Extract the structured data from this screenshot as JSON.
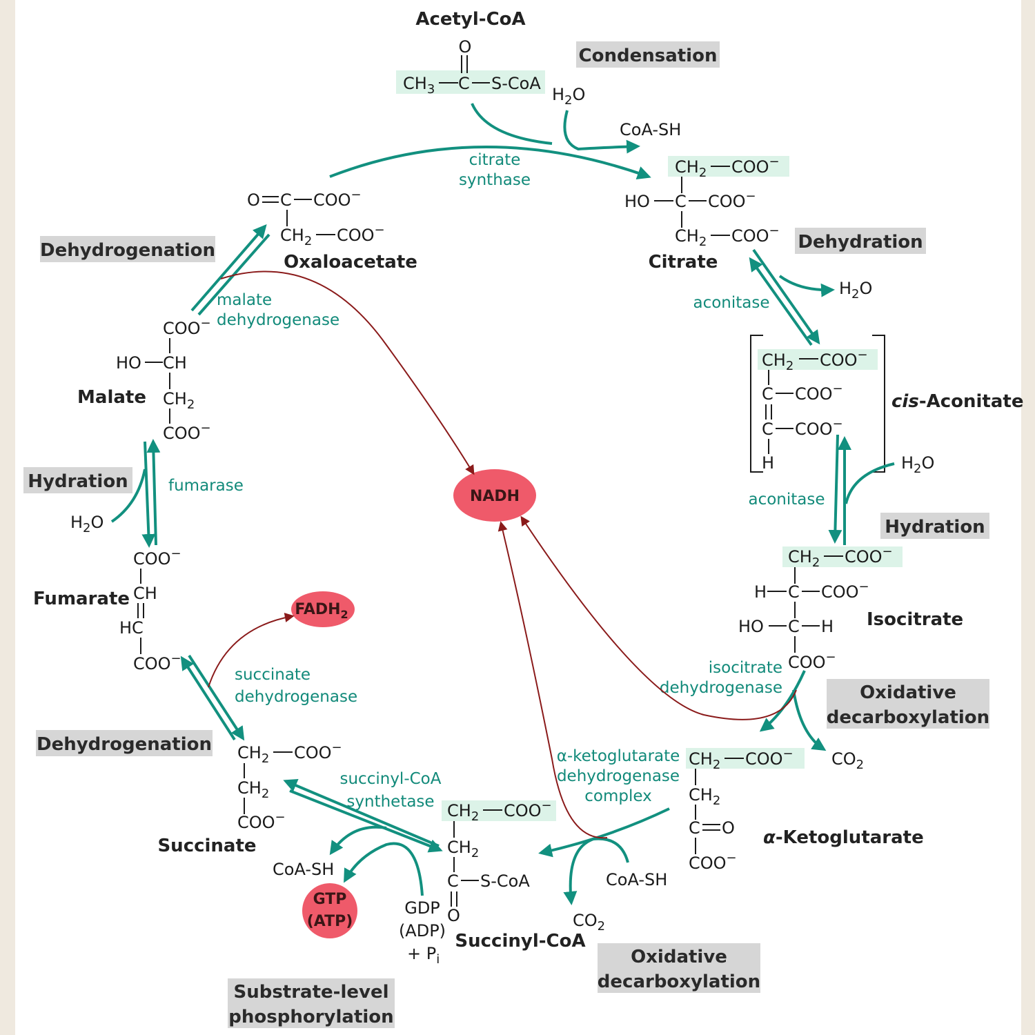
{
  "colors": {
    "enzyme_teal": "#12907f",
    "label_box_gray": "#d6d6d6",
    "highlight_mint": "#dcf3e8",
    "electron_carrier_red": "#ef5a6a",
    "redox_arrow_dark_red": "#8a1a1a"
  },
  "molecules": {
    "acetyl_coa": "Acetyl-CoA",
    "citrate": "Citrate",
    "cis_aconitate_prefix": "cis",
    "cis_aconitate_suffix": "-Aconitate",
    "isocitrate": "Isocitrate",
    "alpha_ketoglutarate_prefix": "α",
    "alpha_ketoglutarate_suffix": "-Ketoglutarate",
    "succinyl_coa": "Succinyl-CoA",
    "succinate": "Succinate",
    "fumarate": "Fumarate",
    "malate": "Malate",
    "oxaloacetate": "Oxaloacetate"
  },
  "enzymes": {
    "citrate_synthase": [
      "citrate",
      "synthase"
    ],
    "aconitase": "aconitase",
    "isocitrate_dehydrogenase": [
      "isocitrate",
      "dehydrogenase"
    ],
    "akg_dehydrogenase": [
      "α-ketoglutarate",
      "dehydrogenase",
      "complex"
    ],
    "succinyl_coa_synthetase": [
      "succinyl-CoA",
      "synthetase"
    ],
    "succinate_dehydrogenase": [
      "succinate",
      "dehydrogenase"
    ],
    "fumarase": "fumarase",
    "malate_dehydrogenase": [
      "malate",
      "dehydrogenase"
    ]
  },
  "reaction_labels": {
    "condensation": "Condensation",
    "dehydration": "Dehydration",
    "hydration_right": "Hydration",
    "oxidative_decarboxylation": [
      "Oxidative",
      "decarboxylation"
    ],
    "substrate_level_phosphorylation": [
      "Substrate-level",
      "phosphorylation"
    ],
    "dehydrogenation": "Dehydrogenation",
    "hydration_left": "Hydration"
  },
  "carriers": {
    "nadh": "NADH",
    "fadh2": "FADH",
    "fadh2_sub": "2",
    "gtp": "GTP",
    "atp": "(ATP)"
  },
  "reactants": {
    "coa_sh": "CoA-SH",
    "co2": "CO",
    "co2_sub": "2",
    "h2o": "H",
    "h2o_sub": "2",
    "h2o_o": "O",
    "gdp": "GDP",
    "adp": "(ADP)",
    "pi": "+ P",
    "pi_sub": "i"
  },
  "structure_fragments": {
    "o": "O",
    "ch3": "CH",
    "ch3_sub": "3",
    "c": "C",
    "s_coa": "S-CoA",
    "ch2": "CH",
    "ch2_sub": "2",
    "coo": "COO",
    "minus": "−",
    "ho": "HO",
    "h": "H",
    "ch": "CH",
    "hc": "HC"
  }
}
